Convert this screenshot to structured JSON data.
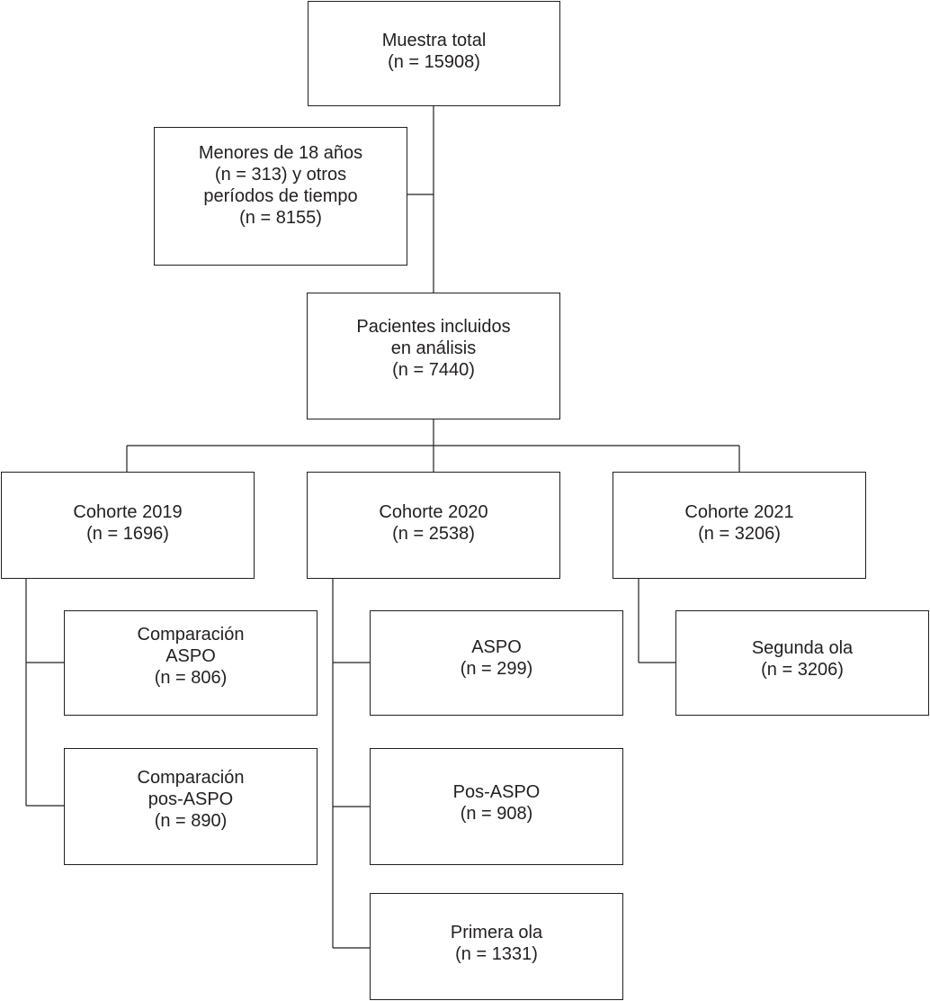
{
  "nodes": {
    "total": [
      "Muestra total",
      "(n = 15908)"
    ],
    "excluded": [
      "Menores de 18 años",
      "(n = 313) y otros",
      "períodos de tiempo",
      "(n = 8155)"
    ],
    "included": [
      "Pacientes incluidos",
      "en análisis",
      "(n = 7440)"
    ],
    "cohort2019": [
      "Cohorte 2019",
      "(n = 1696)"
    ],
    "cohort2020": [
      "Cohorte 2020",
      "(n = 2538)"
    ],
    "cohort2021": [
      "Cohorte 2021",
      "(n = 3206)"
    ],
    "aspo_comparison": [
      "Comparación",
      "ASPO",
      "(n = 806)"
    ],
    "pos_aspo_comparison": [
      "Comparación",
      "pos-ASPO",
      "(n = 890)"
    ],
    "aspo": [
      "ASPO",
      "(n = 299)"
    ],
    "pos_aspo": [
      "Pos-ASPO",
      "(n = 908)"
    ],
    "first_wave": [
      "Primera ola",
      "(n = 1331)"
    ],
    "second_wave": [
      "Segunda ola",
      "(n = 3206)"
    ]
  }
}
